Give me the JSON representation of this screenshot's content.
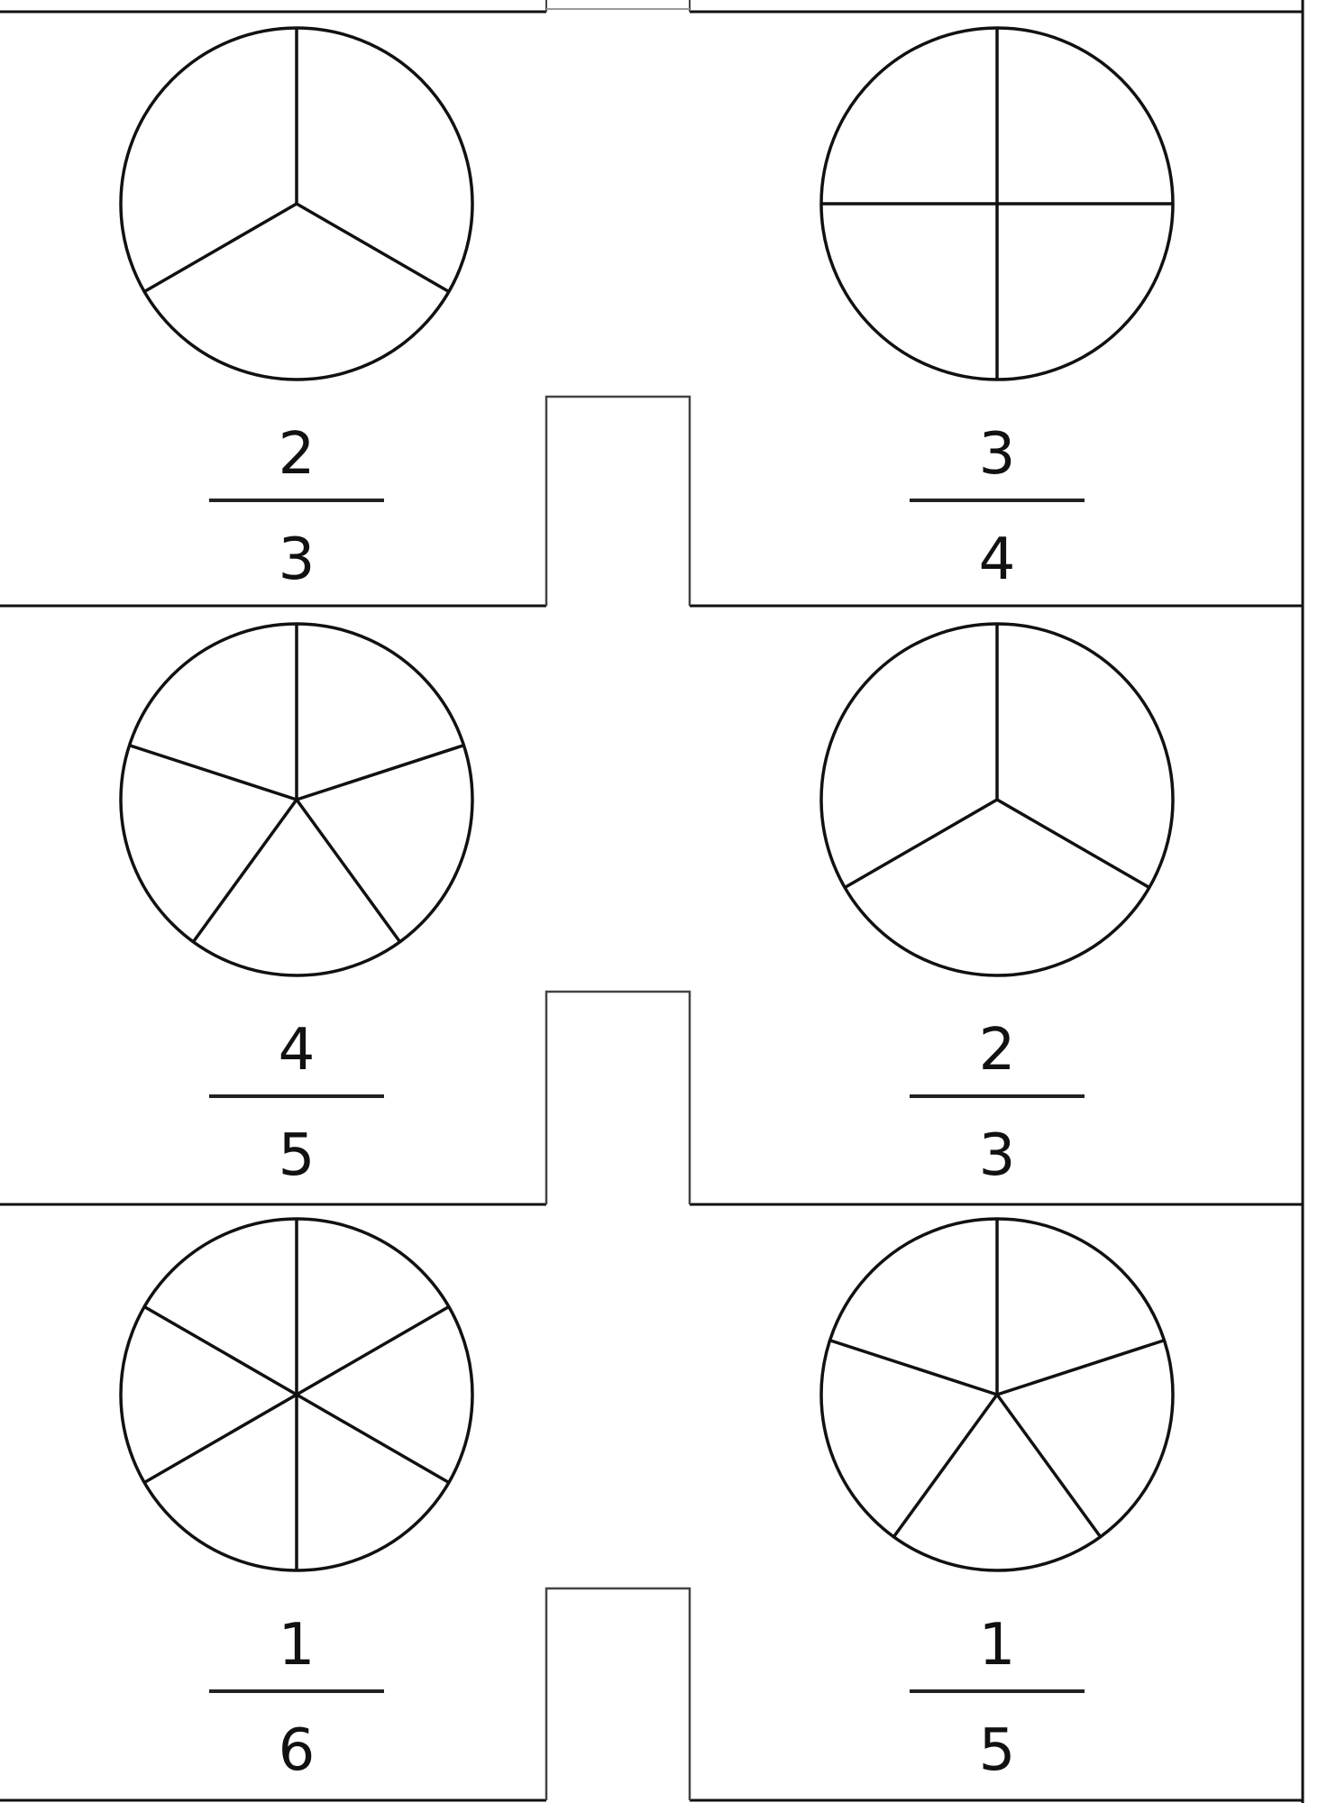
{
  "worksheet": {
    "rows": [
      {
        "left": {
          "parts": 3,
          "numerator": "2",
          "denominator": "3"
        },
        "right": {
          "parts": 4,
          "numerator": "3",
          "denominator": "4"
        }
      },
      {
        "left": {
          "parts": 5,
          "numerator": "4",
          "denominator": "5"
        },
        "right": {
          "parts": 3,
          "numerator": "2",
          "denominator": "3"
        }
      },
      {
        "left": {
          "parts": 6,
          "numerator": "1",
          "denominator": "6"
        },
        "right": {
          "parts": 5,
          "numerator": "1",
          "denominator": "5"
        }
      }
    ]
  },
  "colors": {
    "line": "#111111",
    "box": "#444444",
    "background": "#ffffff"
  }
}
